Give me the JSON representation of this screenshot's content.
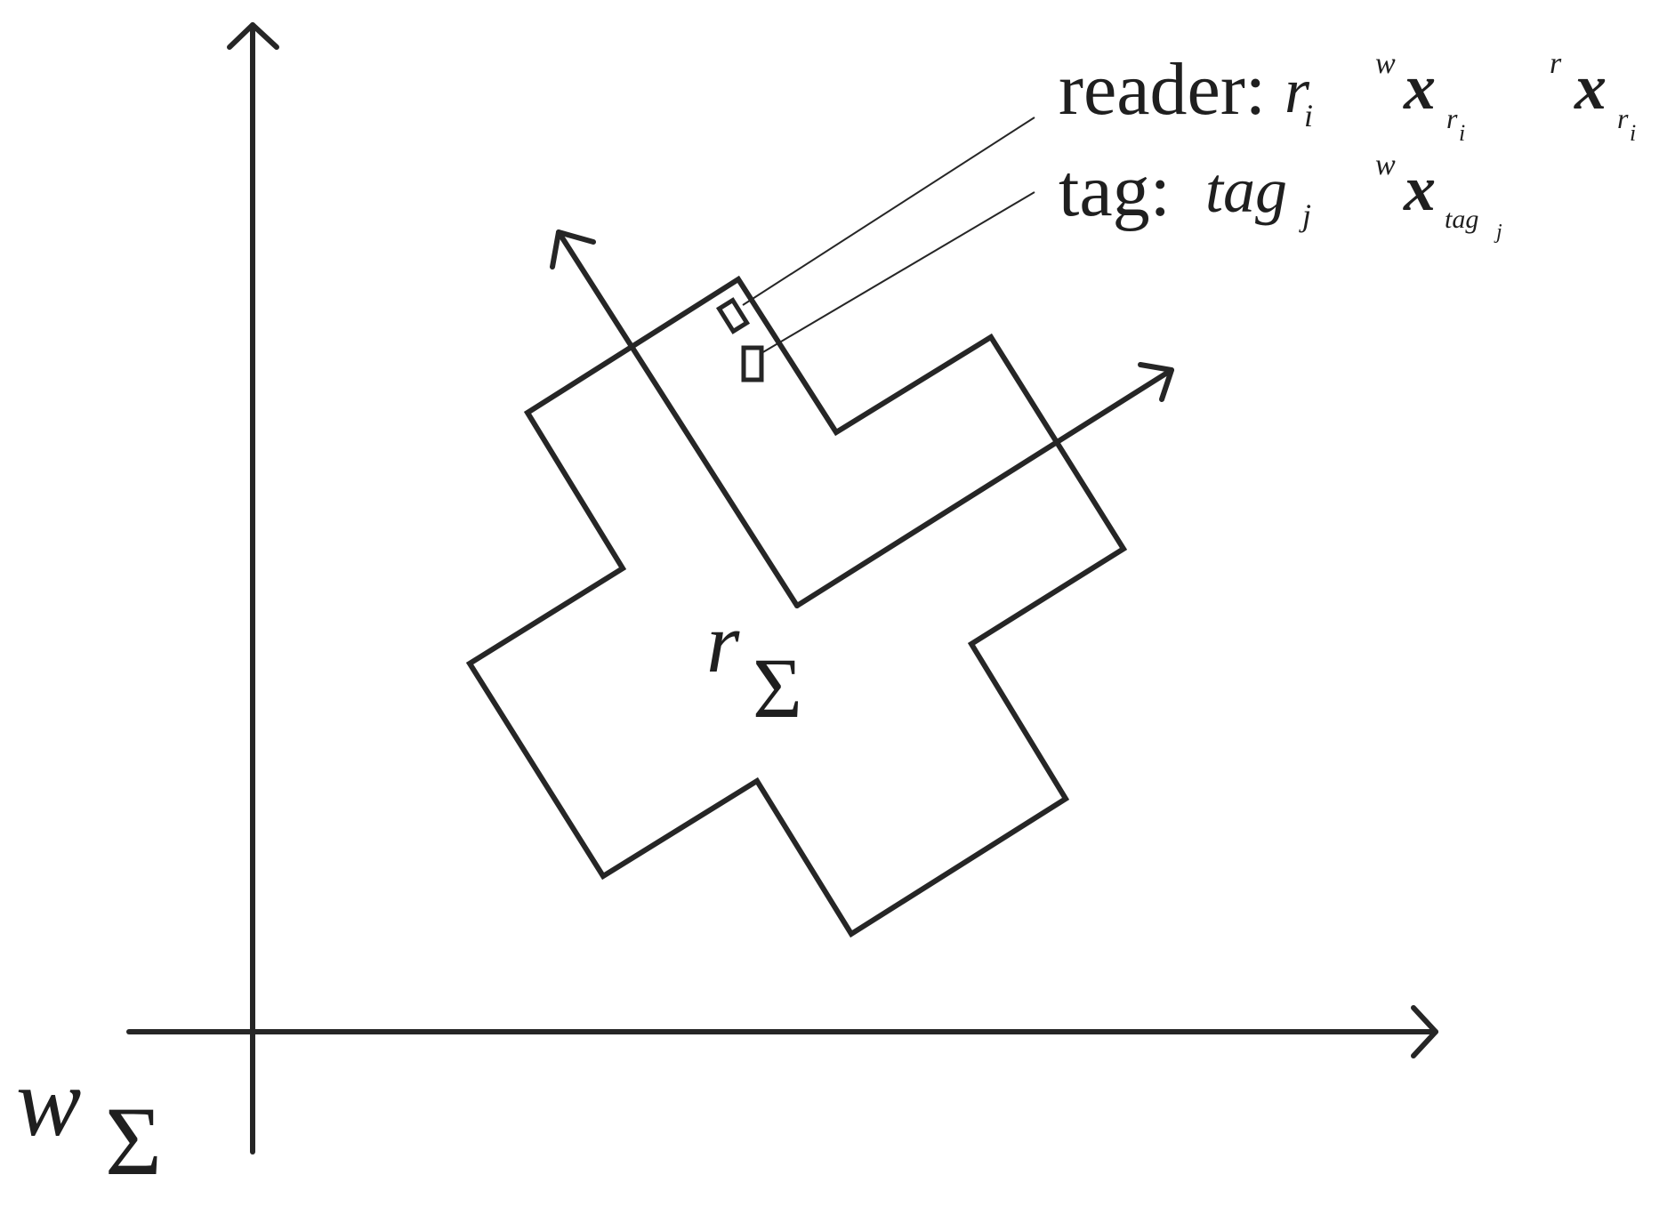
{
  "frames": {
    "world": {
      "superscript": "w",
      "symbol": "Σ"
    },
    "robot": {
      "superscript": "r",
      "symbol": "Σ"
    }
  },
  "labels": {
    "reader": {
      "prefix": "reader:",
      "symbol": "r",
      "subscript": "i",
      "world_pos": {
        "superscript": "w",
        "symbol": "x",
        "sub": "r",
        "subsub": "i"
      },
      "robot_pos": {
        "superscript": "r",
        "symbol": "x",
        "sub": "r",
        "subsub": "i"
      }
    },
    "tag": {
      "prefix": "tag:",
      "symbol": "tag",
      "subscript": "j",
      "world_pos": {
        "superscript": "w",
        "symbol": "x",
        "sub": "tag",
        "subsub": "j"
      }
    }
  },
  "colors": {
    "stroke": "#262626",
    "background": "#ffffff"
  }
}
